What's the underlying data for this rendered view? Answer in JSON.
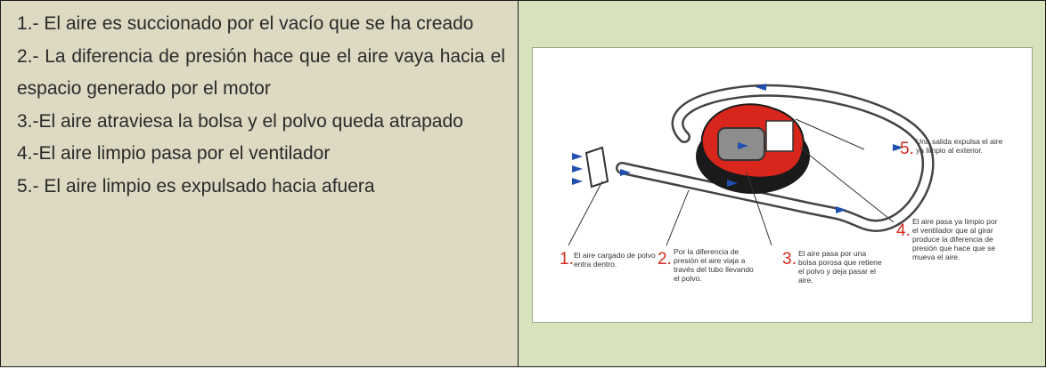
{
  "steps": [
    "1.- El aire es succionado por el vacío que se ha creado",
    "2.- La diferencia de presión hace que el aire vaya hacia el espacio generado por el motor",
    "3.-El aire atraviesa la bolsa y el polvo queda atrapado",
    "4.-El aire limpio pasa por el ventilador",
    "5.- El aire limpio es expulsado hacia afuera"
  ],
  "diagram": {
    "captions": [
      {
        "num": "1.",
        "text": "El aire cargado de polvo entra dentro."
      },
      {
        "num": "2.",
        "text": "Por la diferencia de presión el aire viaja a través del tubo llevando el polvo."
      },
      {
        "num": "3.",
        "text": "El aire pasa por una bolsa porosa que retiene el polvo y deja pasar el aire."
      },
      {
        "num": "4.",
        "text": "El aire pasa ya limpio por el ventilador que al girar produce la diferencia de presión que hace que se mueva el aire."
      },
      {
        "num": "5.",
        "text": "Una salida expulsa el aire ya limpio al exterior."
      }
    ],
    "colors": {
      "vacuum_body": "#d8261c",
      "arrows": "#1f4fb0",
      "numbers": "#d42a1d"
    }
  }
}
